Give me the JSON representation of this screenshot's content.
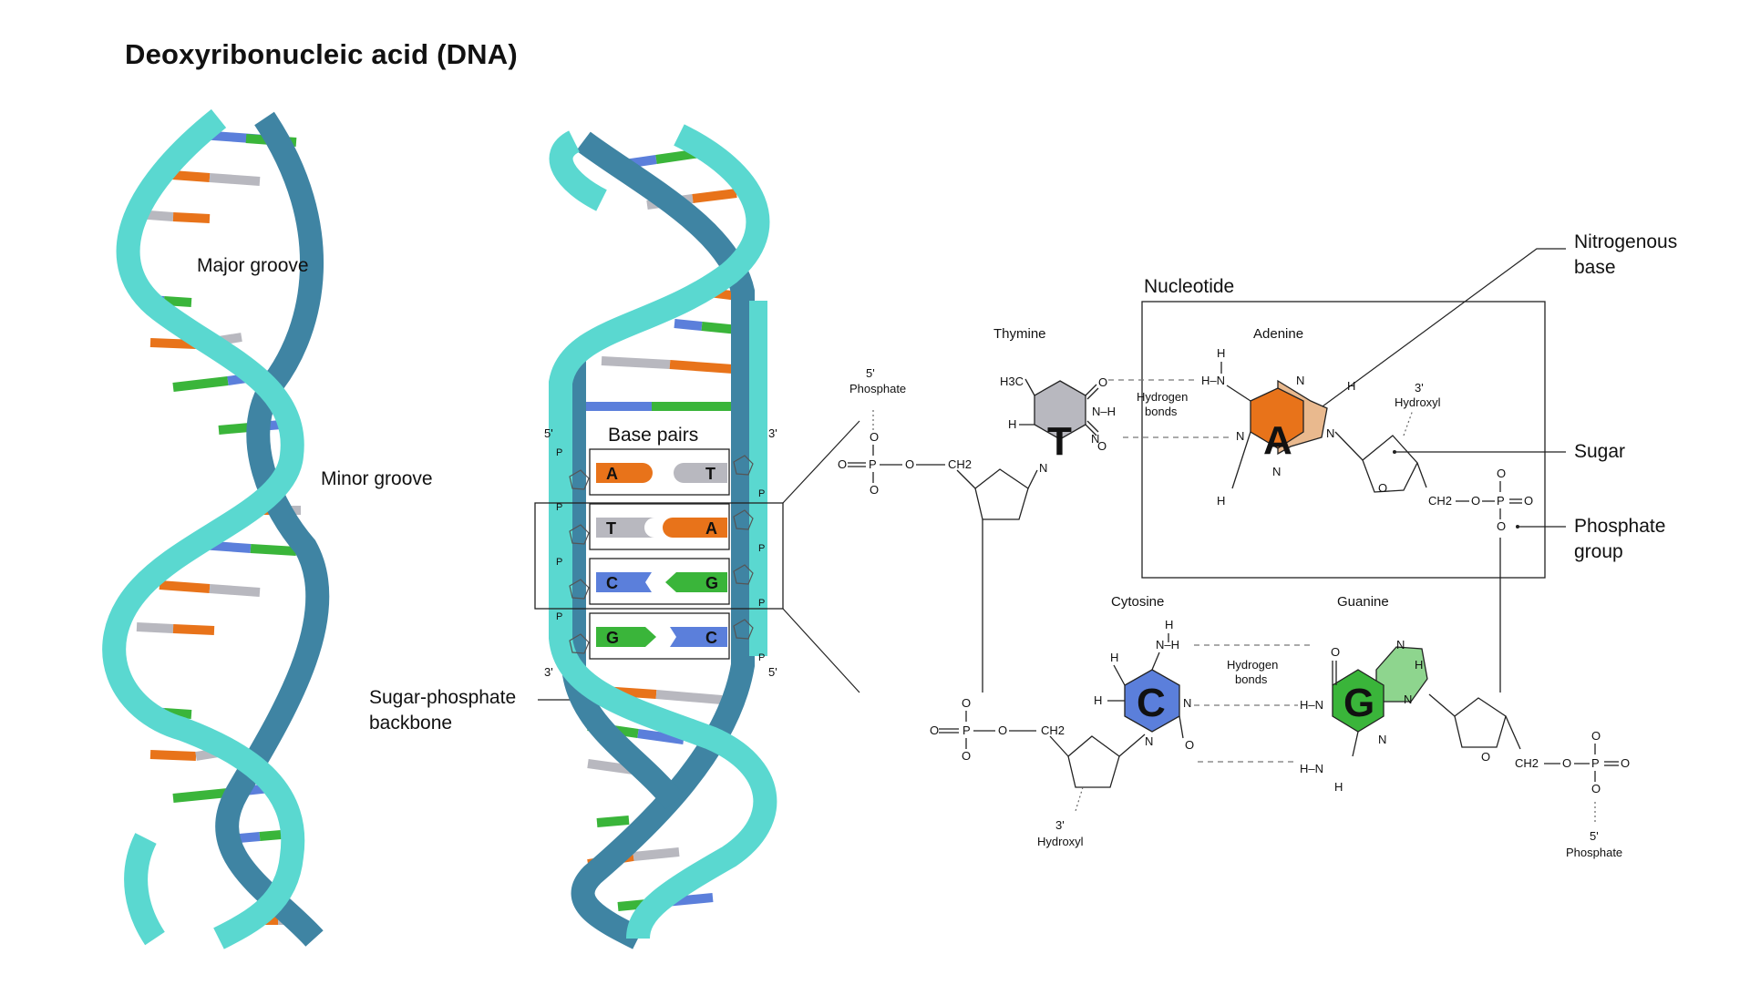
{
  "title": "Deoxyribonucleic acid (DNA)",
  "labels": {
    "major_groove": "Major groove",
    "minor_groove": "Minor groove",
    "backbone_line1": "Sugar-phosphate",
    "backbone_line2": "backbone",
    "base_pairs": "Base pairs",
    "nucleotide": "Nucleotide",
    "nitrogenous_line1": "Nitrogenous",
    "nitrogenous_line2": "base",
    "sugar": "Sugar",
    "phosphate_group_line1": "Phosphate",
    "phosphate_group_line2": "group",
    "thymine": "Thymine",
    "adenine": "Adenine",
    "cytosine": "Cytosine",
    "guanine": "Guanine",
    "hydrogen_bonds_line1": "Hydrogen",
    "hydrogen_bonds_line2": "bonds",
    "five_prime": "5'",
    "three_prime": "3'",
    "phosphate": "Phosphate",
    "hydroxyl": "Hydroxyl",
    "P": "P"
  },
  "base_pair_rows": [
    {
      "left": "A",
      "right": "T"
    },
    {
      "left": "T",
      "right": "A"
    },
    {
      "left": "C",
      "right": "G"
    },
    {
      "left": "G",
      "right": "C"
    }
  ],
  "atoms": {
    "H": "H",
    "N": "N",
    "O": "O",
    "C": "C",
    "P": "P",
    "H3C": "H3C",
    "CH2": "CH2",
    "NH": "N–H",
    "HN": "H–N",
    "N_H": "N–H"
  },
  "bases": {
    "T": "T",
    "A": "A",
    "C": "C",
    "G": "G"
  },
  "colors": {
    "adenine": "#e8731a",
    "adenine_light": "#e9b98e",
    "thymine": "#b8b8bf",
    "cytosine": "#5b7fdb",
    "guanine": "#3ab53a",
    "guanine_light": "#8ed58e",
    "backbone_light": "#5ad8d0",
    "backbone_dark": "#3f84a3"
  }
}
